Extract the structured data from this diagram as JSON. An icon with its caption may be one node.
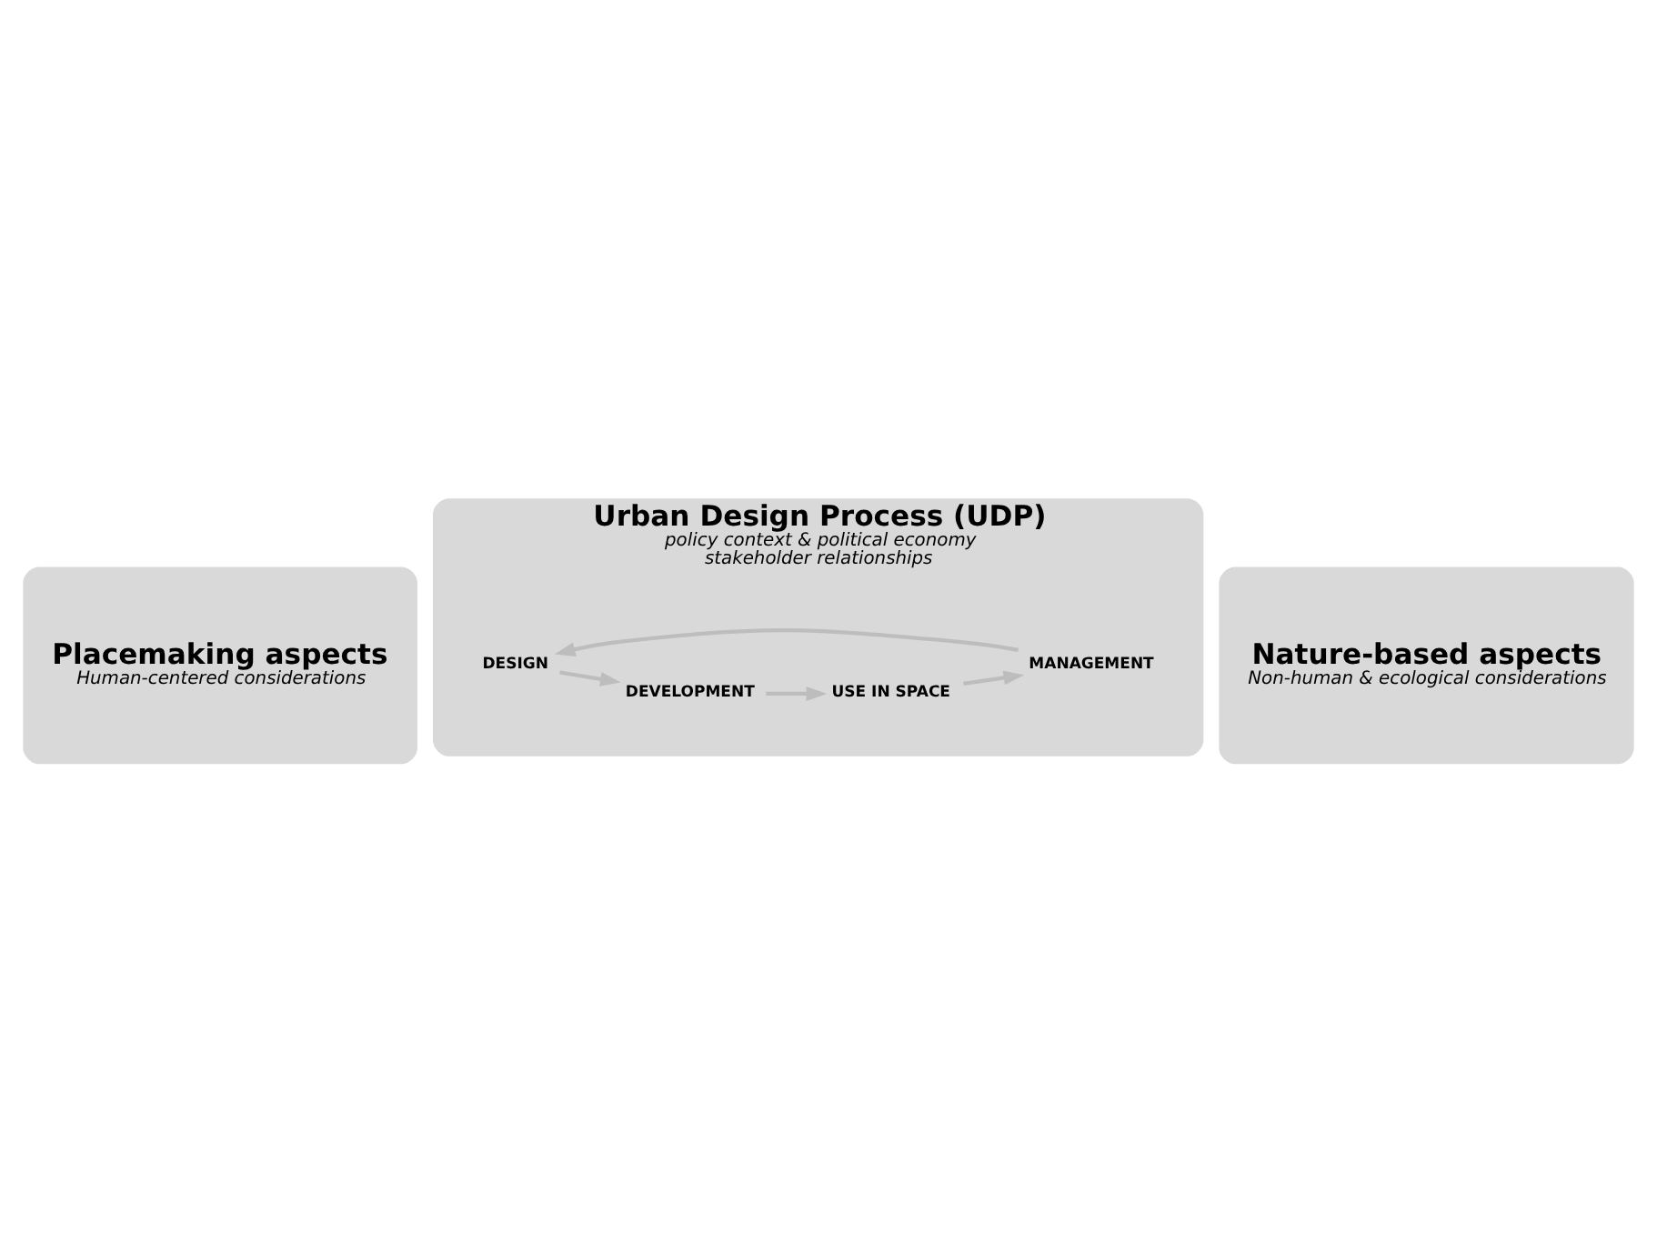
{
  "diagram": {
    "nodes": [
      {
        "text": [
          "Placemaking aspects",
          "Human-centered considerations"
        ]
      },
      {
        "text": [
          "Urban Design Process (UDP)",
          "policy context & political economy",
          "stakeholder relationships"
        ]
      },
      {
        "text": [
          "DESIGN"
        ],
        "in": 1
      },
      {
        "text": [
          "DEVELOPMENT"
        ],
        "in": 1
      },
      {
        "text": [
          "USE IN SPACE"
        ],
        "in": 1
      },
      {
        "text": [
          "MANAGEMENT"
        ],
        "in": 1
      },
      {
        "text": [
          "Nature-based aspects",
          "Non-human & ecological considerations"
        ]
      }
    ],
    "edges": [
      {
        "from": 2,
        "to": 3,
        "arrow": "to"
      },
      {
        "from": 3,
        "to": 4,
        "arrow": "to"
      },
      {
        "from": 4,
        "to": 5,
        "arrow": "to"
      },
      {
        "from": 5,
        "to": 2,
        "arrow": "to"
      }
    ]
  }
}
